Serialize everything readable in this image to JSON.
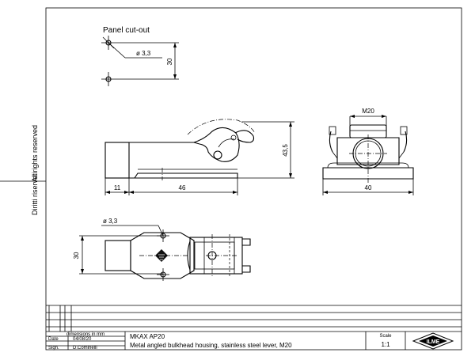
{
  "side_text": {
    "rights_it": "Diritti riservati",
    "rights_en": "All rights reserved"
  },
  "panel_cutout": {
    "title": "Panel cut-out",
    "hole_dim": "ø 3,3",
    "spacing_dim": "30"
  },
  "side_view": {
    "height_dim": "43,5",
    "offset_dim": "11",
    "length_dim": "46"
  },
  "front_view": {
    "thread_dim": "M20",
    "width_dim": "40"
  },
  "top_view": {
    "hole_dim": "ø 3,3",
    "height_dim": "30"
  },
  "title_block": {
    "units": "dimensions in mm",
    "date_label": "Date",
    "date_value": "04/08/20",
    "sign_label": "Sign.",
    "sign_value": "D.Cominelli",
    "code": "MKAX AP20",
    "description": "Metal angled bulkhead housing, stainless steel lever, M20",
    "scale_label": "Scale",
    "scale_value": "1:1",
    "logo_text": "ILME"
  }
}
